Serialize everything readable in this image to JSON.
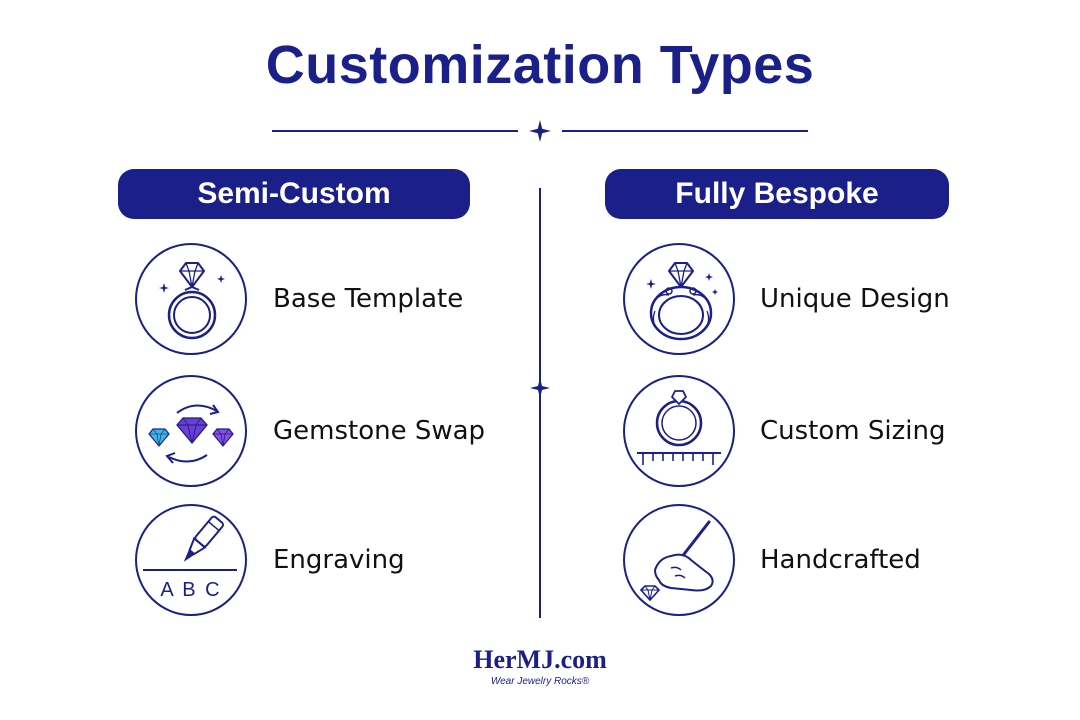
{
  "title": "Customization Types",
  "colors": {
    "primary": "#1b1f8a",
    "gem_blue": "#3fb6e8",
    "gem_purple": "#6a3fd6",
    "text": "#111111"
  },
  "columns": [
    {
      "header": "Semi-Custom",
      "items": [
        {
          "label": "Base Template",
          "icon": "ring-with-diamond-icon"
        },
        {
          "label": "Gemstone Swap",
          "icon": "gemstone-swap-icon"
        },
        {
          "label": "Engraving",
          "icon": "engraving-pen-icon",
          "icon_text": "A B C"
        }
      ]
    },
    {
      "header": "Fully Bespoke",
      "items": [
        {
          "label": "Unique Design",
          "icon": "ornate-ring-icon"
        },
        {
          "label": "Custom Sizing",
          "icon": "ring-sizing-ruler-icon"
        },
        {
          "label": "Handcrafted",
          "icon": "hand-drawing-icon"
        }
      ]
    }
  ],
  "brand": {
    "name": "HerMJ.com",
    "tagline": "Wear Jewelry Rocks®"
  }
}
